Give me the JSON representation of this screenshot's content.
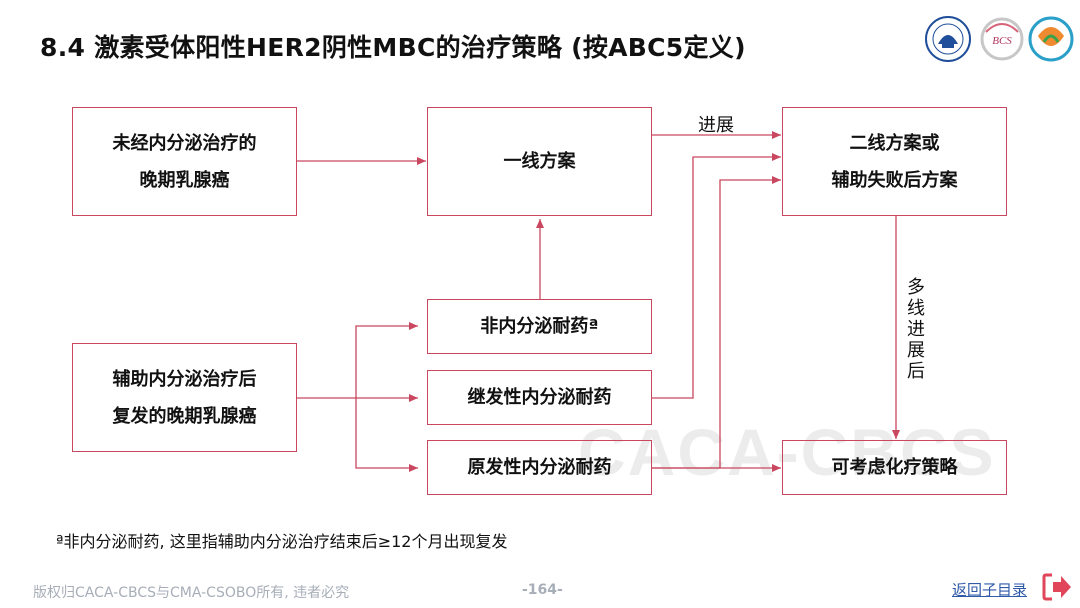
{
  "title": "8.4 激素受体阳性HER2阴性MBC的治疗策略 (按ABC5定义)",
  "logos": [
    "university-seal-logo",
    "bcs-logo",
    "csobo-logo"
  ],
  "logo_text": {
    "bcs": "BCS"
  },
  "watermark": "CACA-CBCS",
  "nodes": {
    "untreated": [
      "未经内分泌治疗的",
      "晚期乳腺癌"
    ],
    "first_line": [
      "一线方案"
    ],
    "second_line": [
      "二线方案或",
      "辅助失败后方案"
    ],
    "non_resistant": [
      "非内分泌耐药ª"
    ],
    "relapse": [
      "辅助内分泌治疗后",
      "复发的晚期乳腺癌"
    ],
    "secondary_resistant": [
      "继发性内分泌耐药"
    ],
    "primary_resistant": [
      "原发性内分泌耐药"
    ],
    "consider_strategy": [
      "可考虑化疗策略"
    ]
  },
  "edge_labels": {
    "progress": "进展",
    "multi_line_progress": [
      "多",
      "线",
      "进",
      "展",
      "后"
    ]
  },
  "footnote": "ª非内分泌耐药, 这里指辅助内分泌治疗结束后≥12个月出现复发",
  "footer": {
    "copyright": "版权归CACA-CBCS与CMA-CSOBO所有, 违者必究",
    "page": "-164-",
    "back_link": "返回子目录"
  },
  "colors": {
    "box_border": "#c9475f",
    "arrow": "#c9475f",
    "link": "#2f5aa8",
    "exit_icon": "#e0455a"
  }
}
